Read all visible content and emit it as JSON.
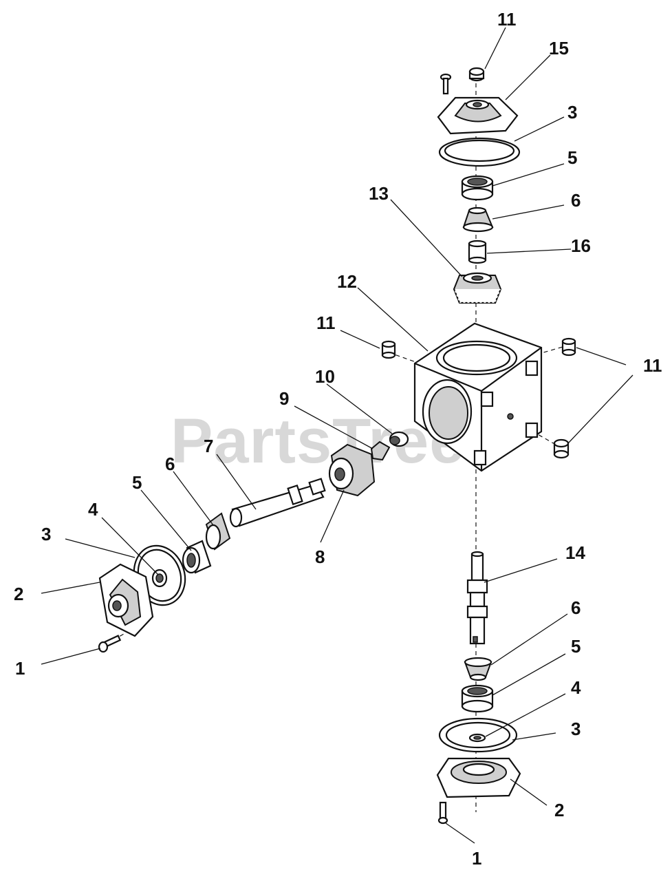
{
  "watermark": {
    "text": "PartsTree",
    "tm": "™"
  },
  "callouts": {
    "c11_top": "11",
    "c15": "15",
    "c3_top": "3",
    "c5_top": "5",
    "c13": "13",
    "c6_top": "6",
    "c16": "16",
    "c12": "12",
    "c11_left": "11",
    "c11_right": "11",
    "c10": "10",
    "c9": "9",
    "c7": "7",
    "c6_left": "6",
    "c5_left": "5",
    "c4_left": "4",
    "c3_left": "3",
    "c2_left": "2",
    "c1_left": "1",
    "c8": "8",
    "c14": "14",
    "c6_bottom": "6",
    "c5_bottom": "5",
    "c4_bottom": "4",
    "c3_bottom": "3",
    "c2_bottom": "2",
    "c1_bottom": "1"
  }
}
